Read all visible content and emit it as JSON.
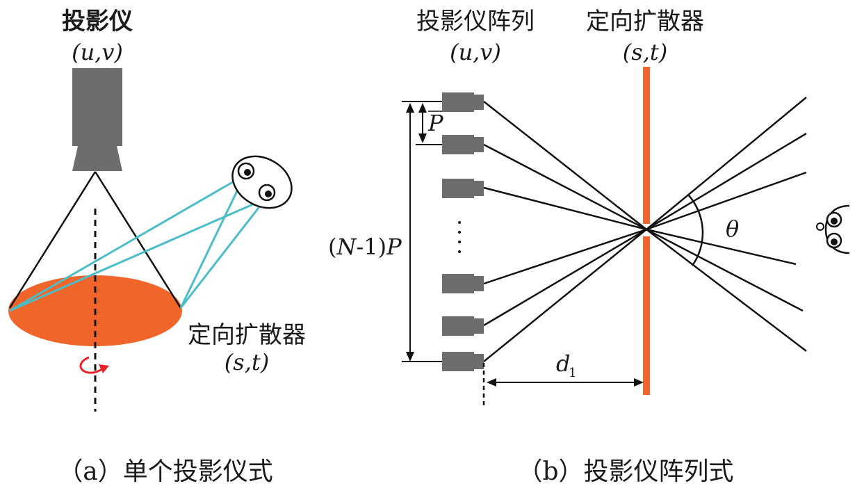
{
  "panel_a": {
    "projector_title": "投影仪",
    "projector_coord": "(u,v)",
    "diffuser_title": "定向扩散器",
    "diffuser_coord": "(s,t)",
    "caption": "（a）单个投影仪式"
  },
  "panel_b": {
    "array_title": "投影仪阵列",
    "array_coord": "(u,v)",
    "diffuser_title": "定向扩散器",
    "diffuser_coord": "(s,t)",
    "pitch_label": "P",
    "span_label": "(N-1)P",
    "distance_label": "d",
    "distance_subscript": "1",
    "angle_label": "θ",
    "ellipsis": "⋮",
    "caption": "（b）投影仪阵列式"
  },
  "colors": {
    "projector_gray": "#6d6d6d",
    "diffuser_orange": "#f0652a",
    "ray_cyan": "#4bbdc8",
    "rotation_red": "#e8222a",
    "line_black": "#111111"
  }
}
